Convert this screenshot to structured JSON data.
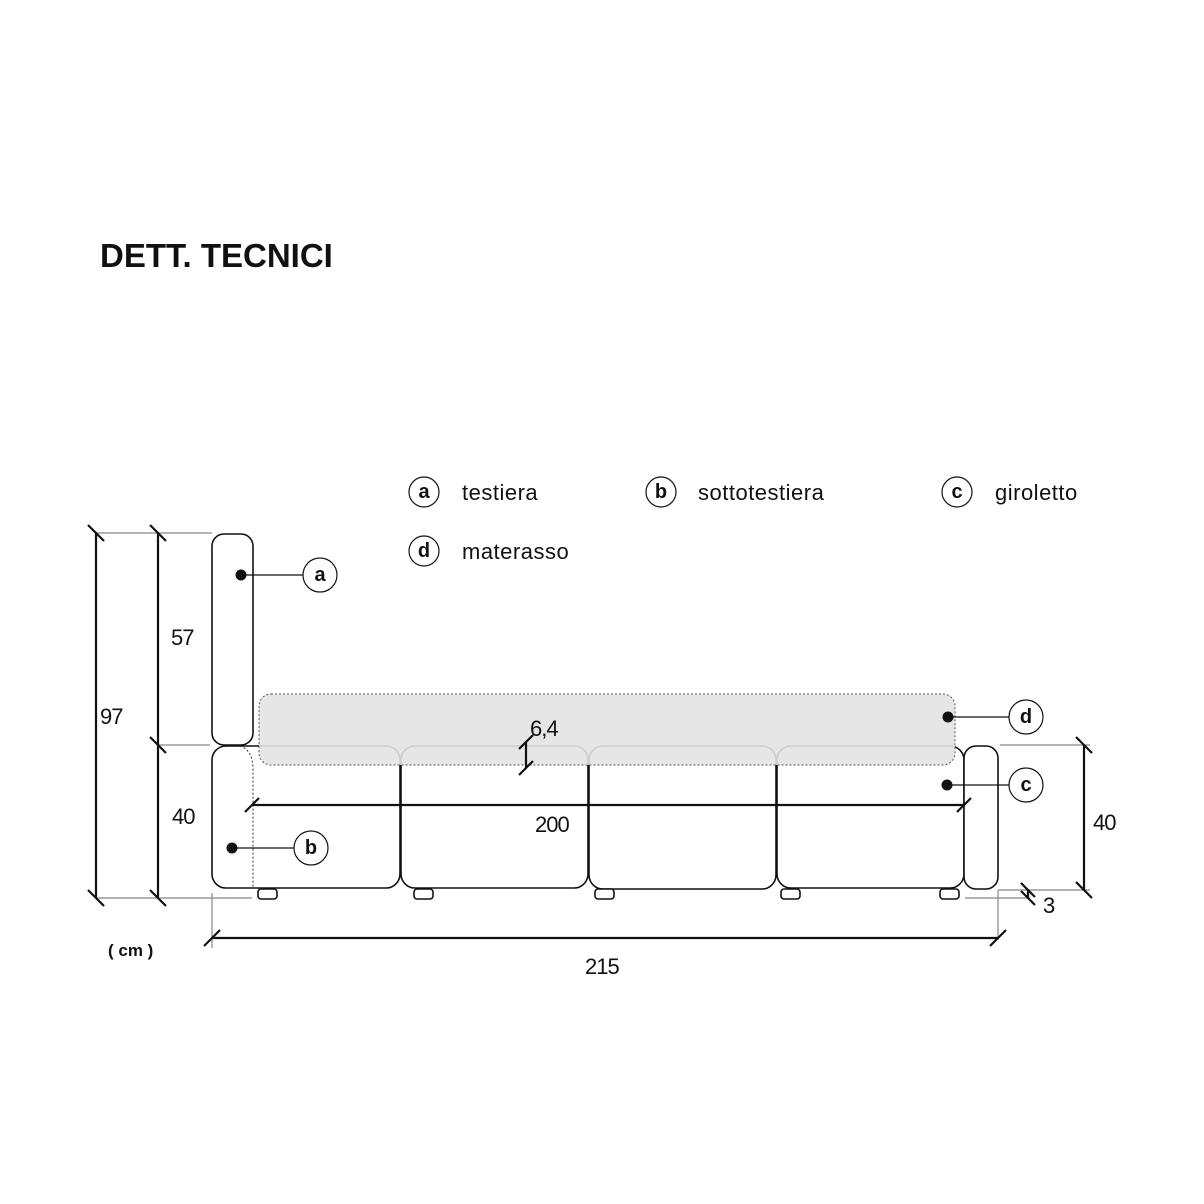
{
  "title": "DETT. TECNICI",
  "unit": "( cm )",
  "legend": [
    {
      "key": "a",
      "label": "testiera"
    },
    {
      "key": "b",
      "label": "sottotestiera"
    },
    {
      "key": "c",
      "label": "giroletto"
    },
    {
      "key": "d",
      "label": "materasso"
    }
  ],
  "dimensions": {
    "total_height": "97",
    "headboard_height": "57",
    "base_height_left": "40",
    "base_height_right": "40",
    "mattress_overlap": "6,4",
    "inner_length": "200",
    "total_length": "215",
    "feet_height": "3"
  },
  "colors": {
    "mattress_fill": "#e3e3e3",
    "line": "#111111"
  }
}
